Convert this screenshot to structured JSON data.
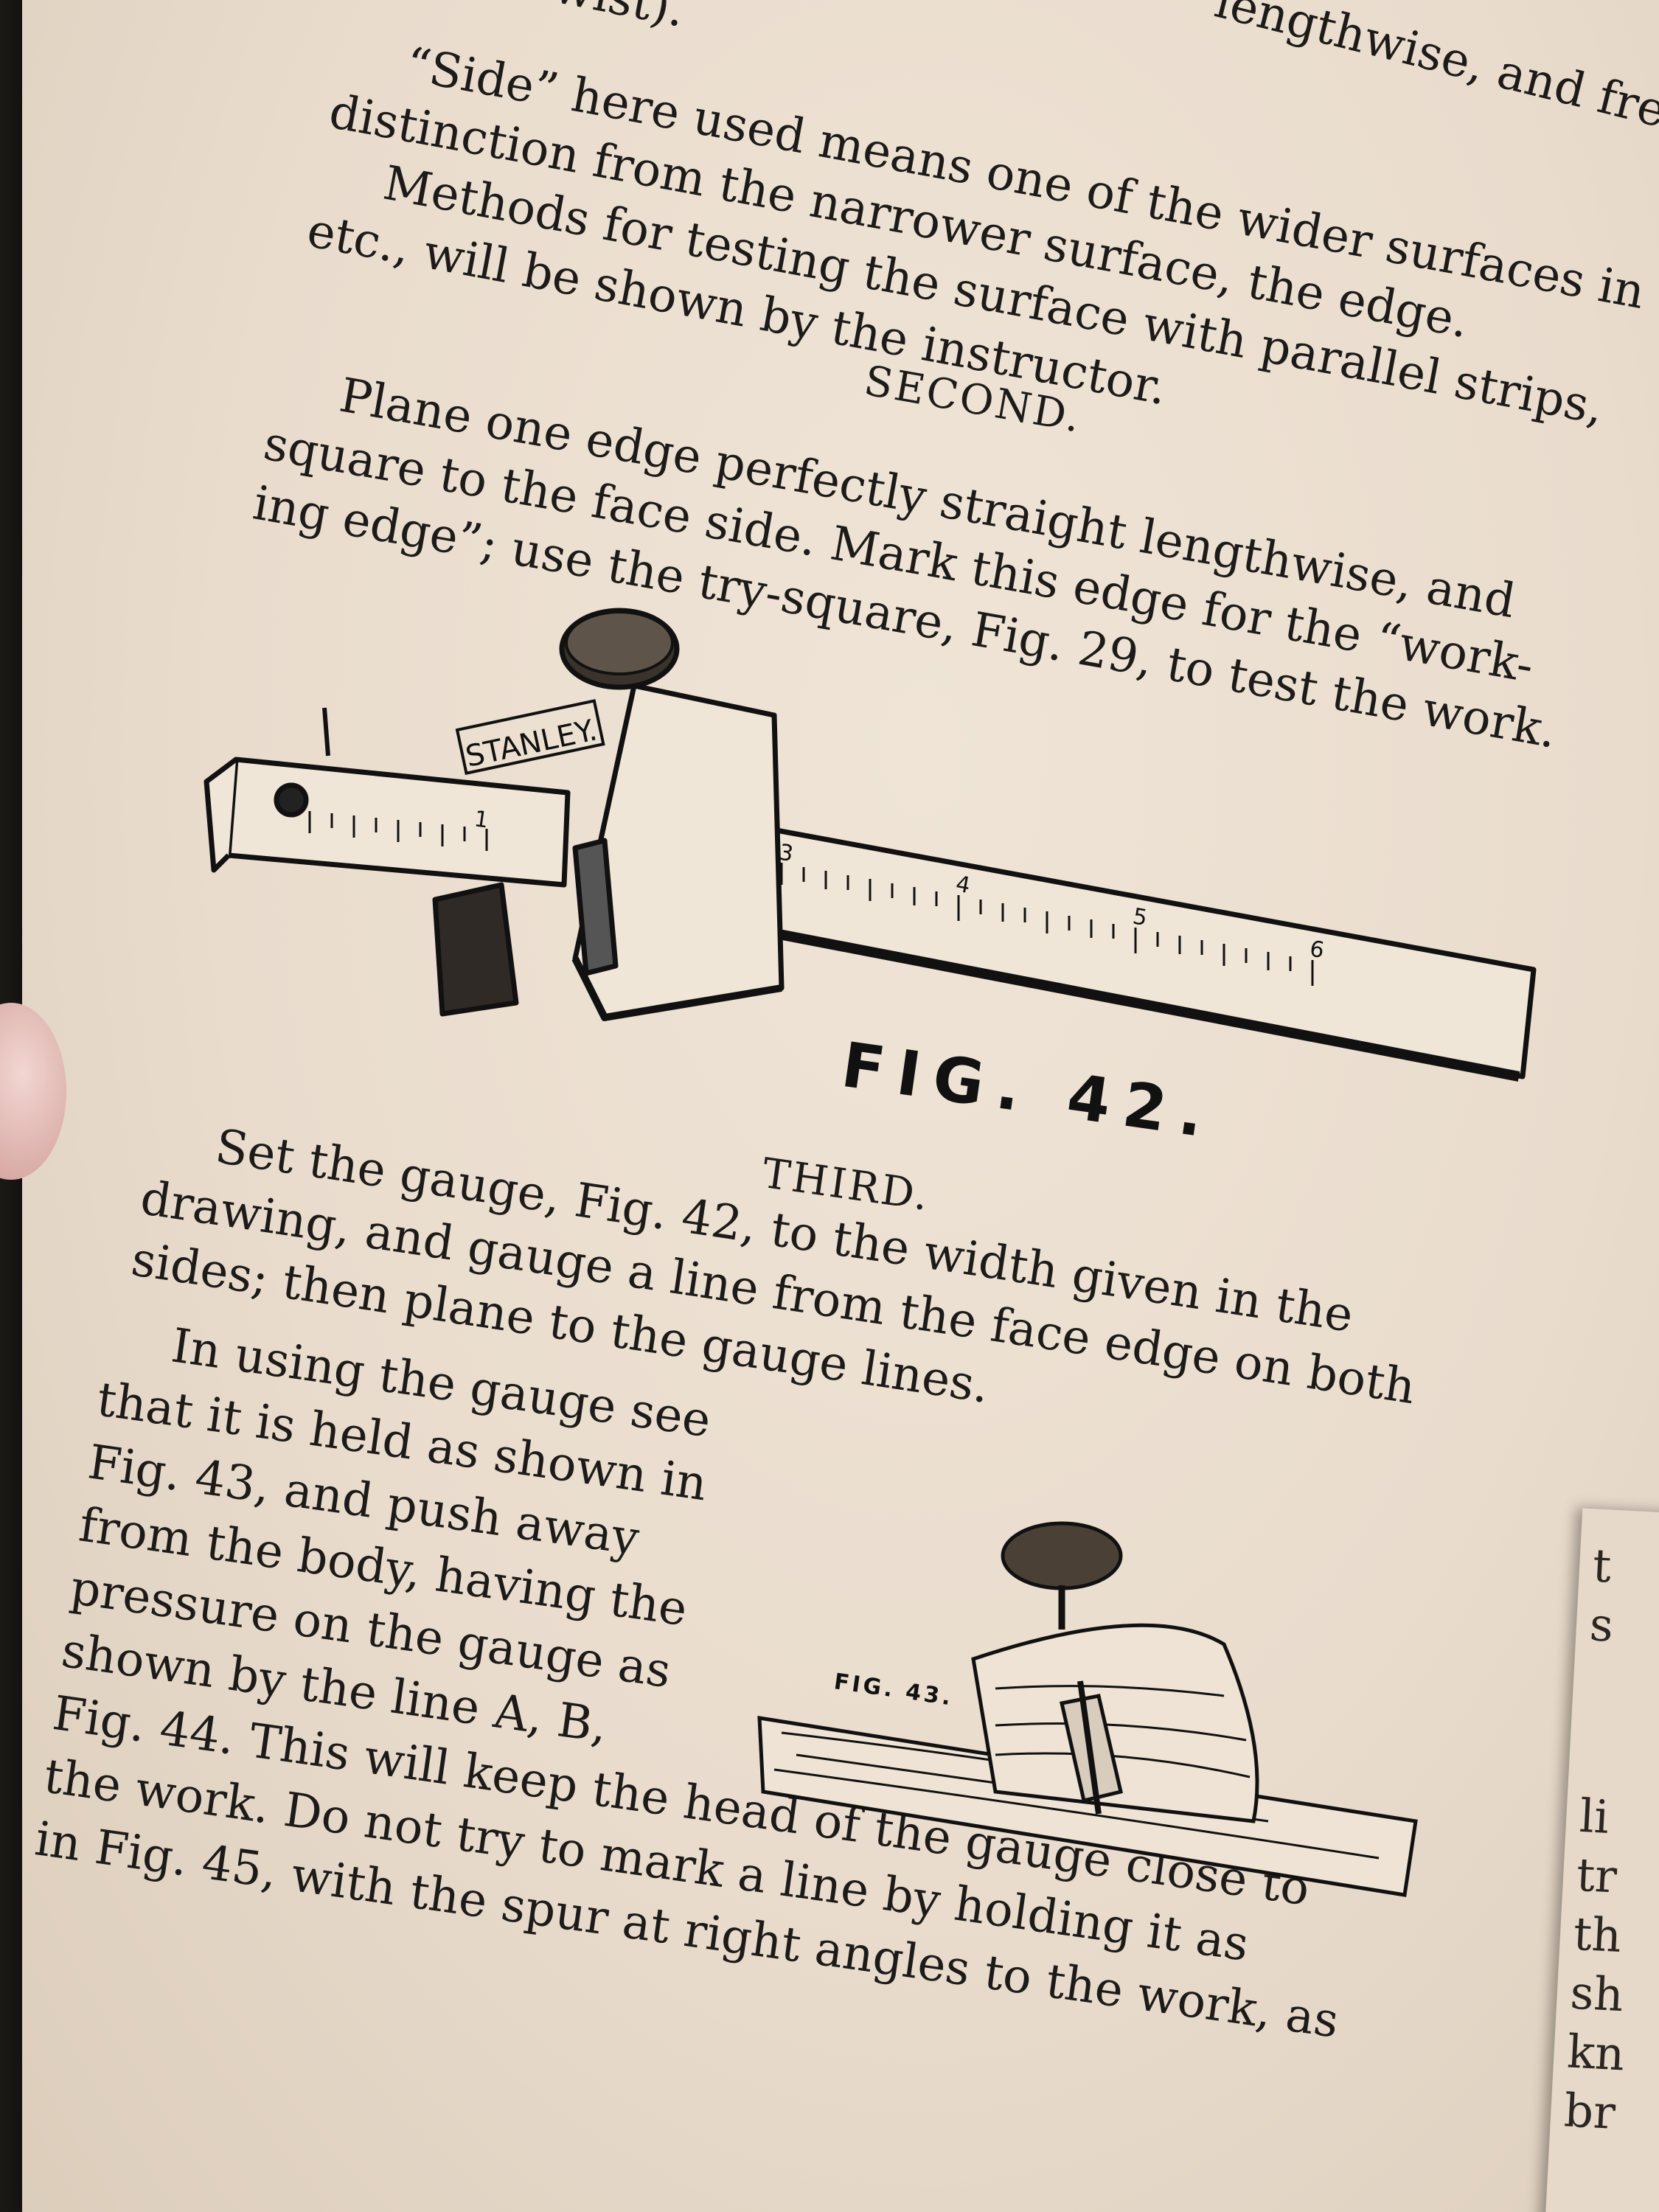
{
  "top_fragment": "wist).",
  "top_fragment_right": "lengthwise, and free",
  "para1": {
    "lines": [
      "“Side” here used means one of the wider surfaces in",
      "distinction from the narrower surface, the edge.",
      "Methods for testing the surface with parallel strips,",
      "etc., will be shown by the instructor."
    ]
  },
  "heading_second": "SECOND.",
  "para2": {
    "lines": [
      "Plane one edge perfectly straight lengthwise, and",
      "square to the face side.   Mark this edge for the “work-",
      "ing edge”; use the try-square, Fig. 29, to test the work."
    ]
  },
  "fig42": {
    "brand": "STANLEY.",
    "ruler_numbers": [
      "1",
      "3",
      "4",
      "5",
      "6"
    ],
    "caption": "FIG. 42."
  },
  "heading_third": "THIRD.",
  "para3": {
    "lines": [
      "Set the gauge, Fig. 42, to the width given in the",
      "drawing, and gauge a line from the face edge on both",
      "sides; then plane to the gauge lines."
    ]
  },
  "para4": {
    "lines": [
      "In using the gauge see",
      "that it is held as shown in",
      "Fig. 43, and push away",
      "from the body, having the",
      "pressure on the gauge as",
      "shown by the line A, B,",
      "Fig. 44.  This will keep the head of the gauge close to",
      "the work.   Do not try to mark a line by holding it as",
      "in Fig. 45, with the spur at right angles to the work, as"
    ]
  },
  "fig43": {
    "caption": "FIG. 43."
  },
  "right_page_fragments": [
    "t",
    "s",
    "li",
    "tr",
    "th",
    "sh",
    "kn",
    "br"
  ]
}
